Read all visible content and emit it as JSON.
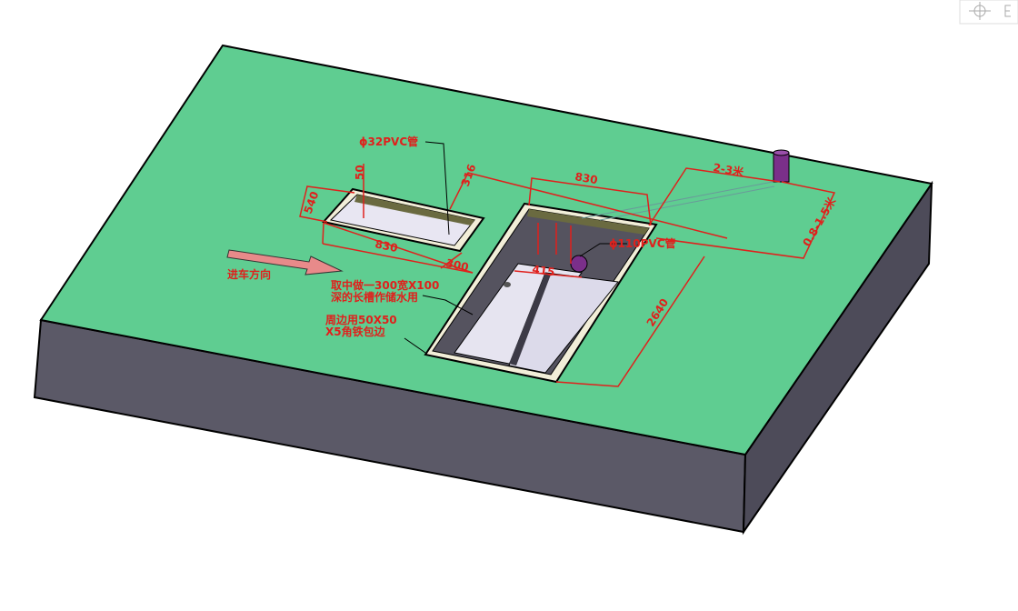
{
  "colors": {
    "surface": "#5fcd91",
    "side": "#5b5967",
    "dimension": "#e0201c",
    "pipe": "#7a2f8a"
  },
  "toolbar": {
    "view_icon": "compass-view-icon",
    "second_icon": "view-icon"
  },
  "labels": {
    "pipe_small": "ϕ32PVC管",
    "dim_50": "50",
    "dim_316": "316",
    "dim_540": "540",
    "dim_830_small": "830",
    "dim_300": "300",
    "dim_830_pit": "830",
    "dim_2_3m": "2-3米",
    "dim_0_8_1_5m": "0.8-1.5米",
    "pipe_large": "ϕ110PVC管",
    "dim_415": "415",
    "dim_2640": "2640",
    "direction": "进车方向",
    "note_groove_1": "取中做一300宽X100",
    "note_groove_2": "深的长槽作储水用",
    "note_edge_1": "周边用50X50",
    "note_edge_2": "X5角铁包边"
  }
}
